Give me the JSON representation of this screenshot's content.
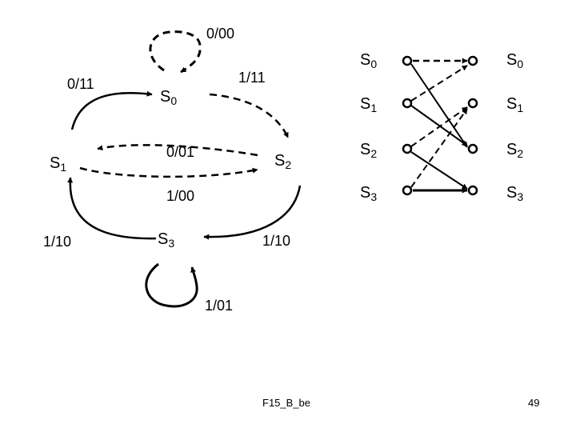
{
  "state_diagram": {
    "states": {
      "s0": {
        "base": "S",
        "sub": "0"
      },
      "s1": {
        "base": "S",
        "sub": "1"
      },
      "s2": {
        "base": "S",
        "sub": "2"
      },
      "s3": {
        "base": "S",
        "sub": "3"
      }
    },
    "edge_labels": {
      "s0_self": "0/00",
      "s1_to_s0": "0/11",
      "s0_to_s2": "1/11",
      "s2_to_s1": "0/01",
      "s3_to_s2": "1/00",
      "s1_to_s3": "1/10",
      "s2_to_s3": "1/10",
      "s3_self": "1/01"
    }
  },
  "trellis": {
    "left": [
      {
        "base": "S",
        "sub": "0"
      },
      {
        "base": "S",
        "sub": "1"
      },
      {
        "base": "S",
        "sub": "2"
      },
      {
        "base": "S",
        "sub": "3"
      }
    ],
    "right": [
      {
        "base": "S",
        "sub": "0"
      },
      {
        "base": "S",
        "sub": "1"
      },
      {
        "base": "S",
        "sub": "2"
      },
      {
        "base": "S",
        "sub": "3"
      }
    ]
  },
  "footer": {
    "center": "F15_B_be",
    "page_number": "49"
  }
}
